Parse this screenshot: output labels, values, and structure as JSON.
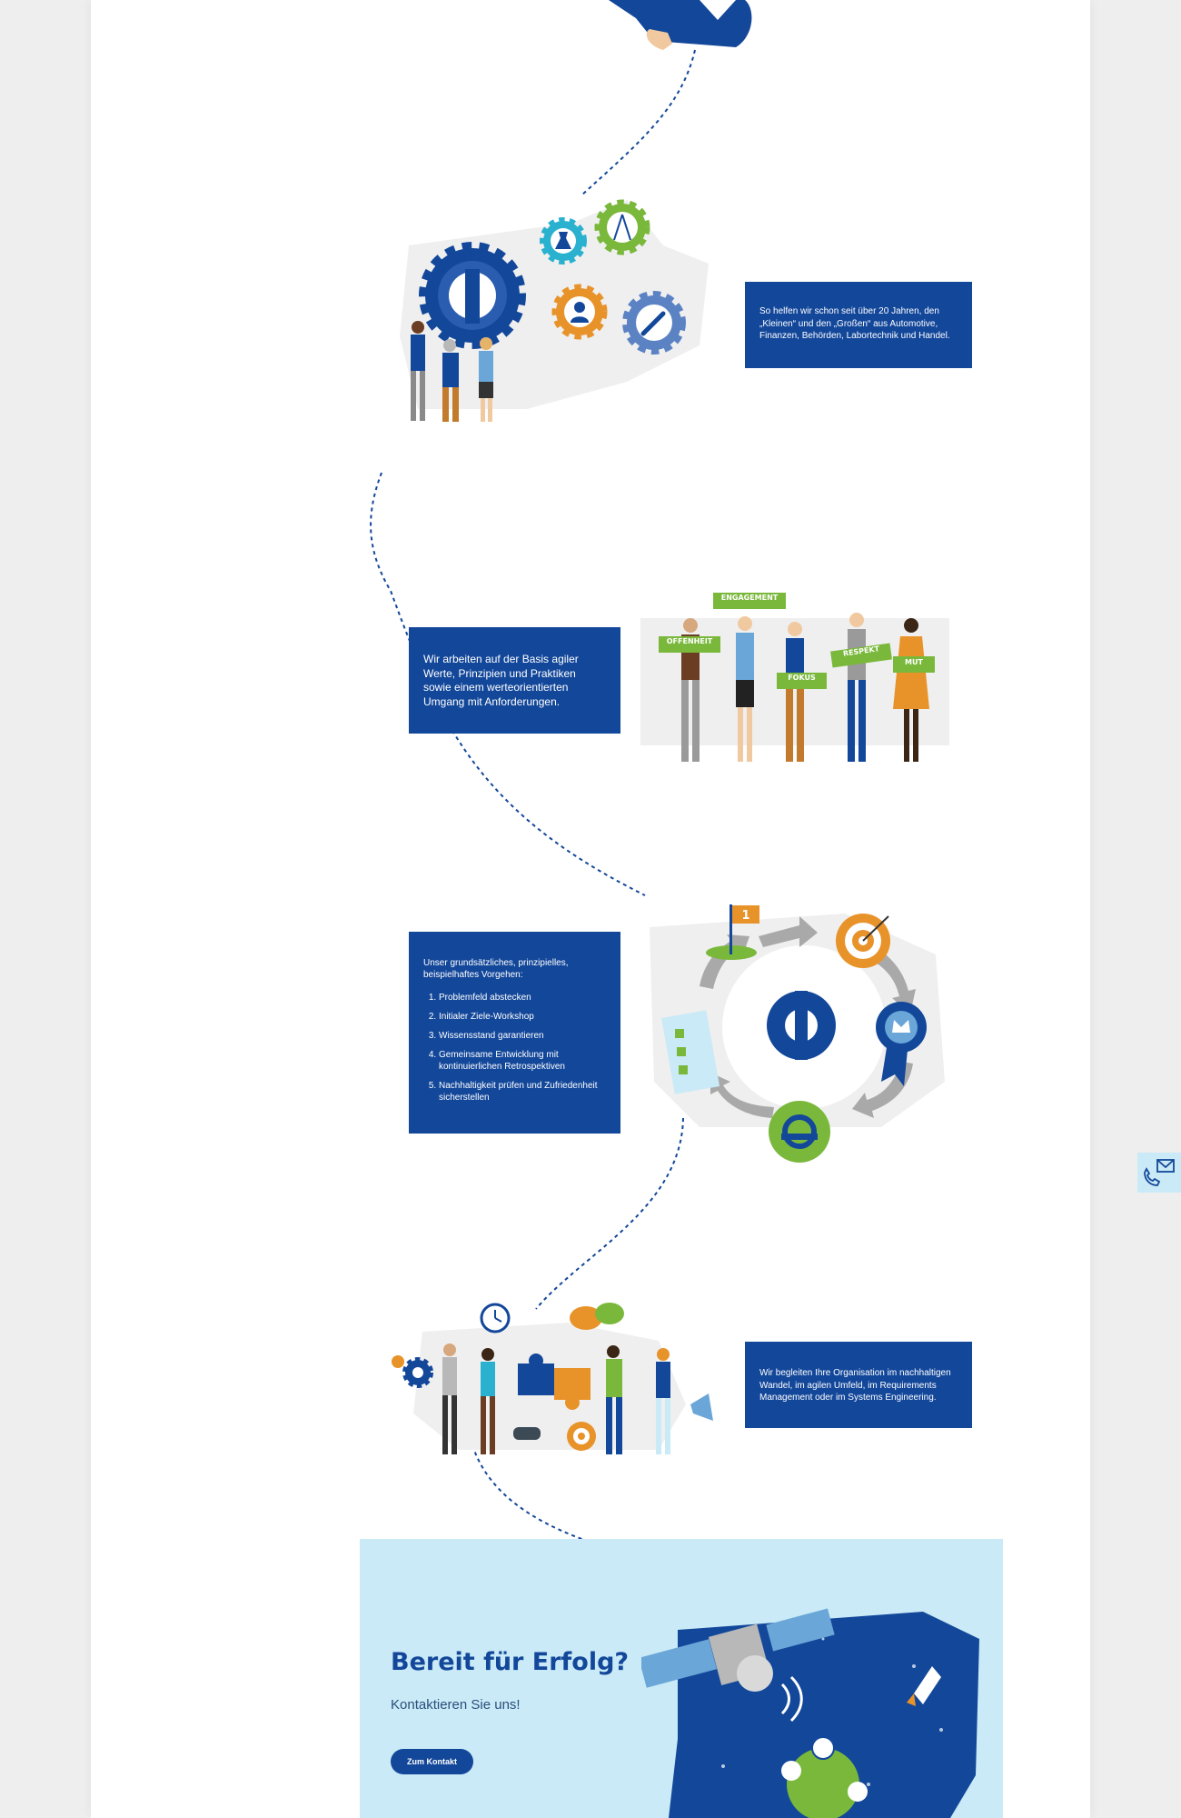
{
  "page": {
    "background": "#eeeeee",
    "content_background": "#ffffff"
  },
  "colors": {
    "brand_blue": "#13479a",
    "light_blue": "#c9eaf6",
    "green": "#7ab83c",
    "orange": "#e8932a"
  },
  "path_line": {
    "style": "dotted",
    "color": "#13479a"
  },
  "sections": [
    {
      "id": "history",
      "text": "So helfen wir schon seit über 20 Jahren, den „Kleinen“ und den „Großen“ aus Automotive, Finanzen, Behörden, Labortechnik und Handel.",
      "illustration": "team-lifting-gears"
    },
    {
      "id": "values",
      "text": "Wir arbeiten auf der Basis agiler Werte, Prinzipien und Praktiken sowie einem werteorientierten Umgang mit Anforderungen.",
      "illustration": "people-holding-value-signs",
      "signs": [
        "ENGAGEMENT",
        "OFFENHEIT",
        "FOKUS",
        "RESPEKT",
        "MUT"
      ]
    },
    {
      "id": "process",
      "intro": "Unser grundsätzliches, prinzipielles, beispielhaftes Vorgehen:",
      "steps": [
        "Problemfeld abstecken",
        "Initialer Ziele-Workshop",
        "Wissensstand garantieren",
        "Gemeinsame Entwicklung mit kontinuierlichen Retrospektiven",
        "Nachhaltigkeit prüfen und Zufriedenheit sicherstellen"
      ],
      "illustration": "process-cycle",
      "flag_number": "1"
    },
    {
      "id": "transformation",
      "text": "Wir begleiten Ihre Organisation im nachhaltigen Wandel, im agilen Umfeld, im Requirements Management oder im Systems Engineering.",
      "illustration": "team-puzzle-collaboration"
    }
  ],
  "cta": {
    "title": "Bereit für Erfolg?",
    "subtitle": "Kontaktieren Sie uns!",
    "button_label": "Zum Kontakt",
    "illustration": "satellite-space-network"
  },
  "floating_contact": {
    "icons": [
      "phone-icon",
      "mail-icon"
    ]
  }
}
